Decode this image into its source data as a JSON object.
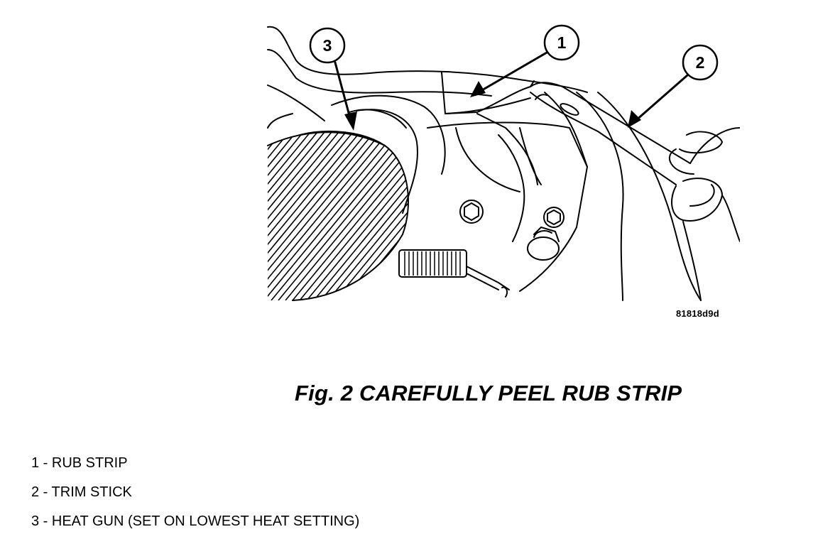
{
  "figure": {
    "callouts": [
      {
        "number": "1",
        "refers_to": "rub-strip"
      },
      {
        "number": "2",
        "refers_to": "trim-stick"
      },
      {
        "number": "3",
        "refers_to": "heat-gun"
      }
    ],
    "image_id": "81818d9d"
  },
  "caption": "Fig. 2 CAREFULLY PEEL RUB STRIP",
  "legend": [
    {
      "text": "1 - RUB STRIP"
    },
    {
      "text": "2 - TRIM STICK"
    },
    {
      "text": "3 - HEAT GUN (SET ON LOWEST HEAT SETTING)"
    }
  ]
}
